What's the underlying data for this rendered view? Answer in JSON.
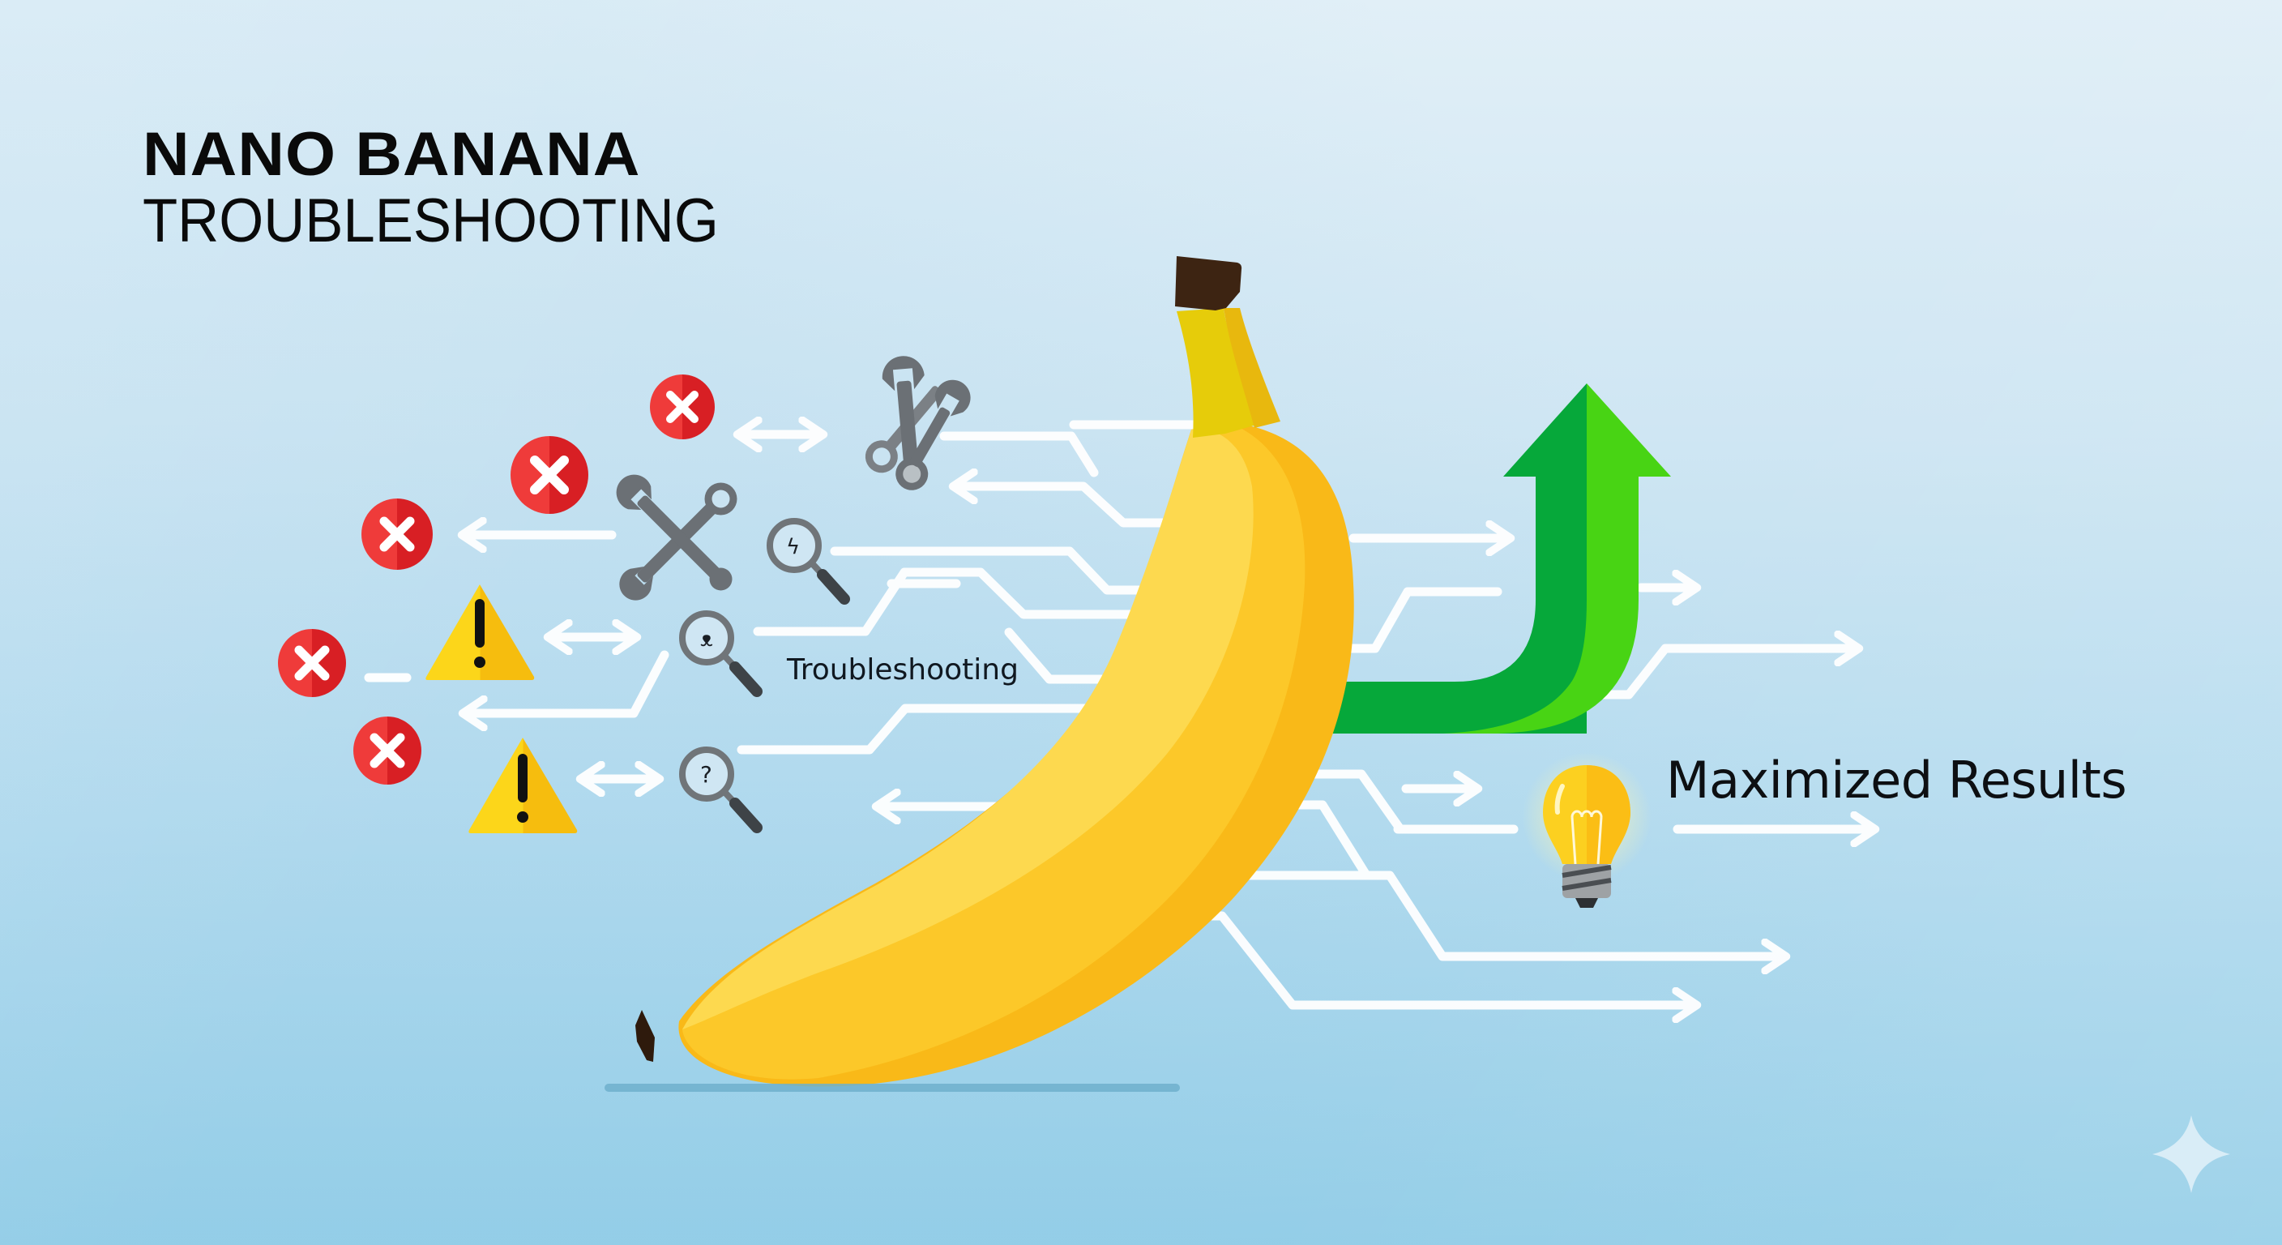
{
  "header": {
    "title": "NANO BANANA",
    "subtitle": "TROUBLESHOOTING"
  },
  "labels": {
    "troubleshooting": "Troubleshooting",
    "results": "Maximized Results"
  },
  "icons": {
    "error": "x-circle-icon",
    "warning": "warning-triangle-icon",
    "wrench": "wrench-icon",
    "magnifier": "magnifier-icon",
    "growth_arrow": "green-up-arrow-icon",
    "idea": "lightbulb-icon",
    "sparkle": "sparkle-icon",
    "banana": "banana-illustration"
  },
  "colors": {
    "background_top": "#e1eff7",
    "background_bottom": "#96cfe8",
    "error_red": "#e5262b",
    "warning_yellow": "#f7c814",
    "tool_gray": "#6b7075",
    "banana_light": "#fdd94f",
    "banana_mid": "#fcc829",
    "banana_dark": "#f9b918",
    "stem_brown": "#3d2412",
    "arrow_green_dark": "#06a83a",
    "arrow_green_light": "#48d414",
    "bulb_yellow": "#fcd020",
    "line_white": "#ffffff"
  }
}
